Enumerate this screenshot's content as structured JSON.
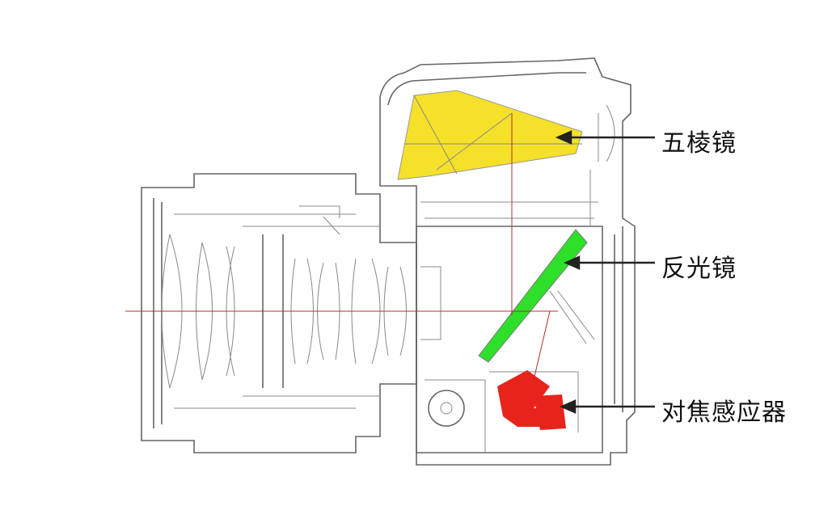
{
  "labels": {
    "pentaprism": "五棱镜",
    "mirror": "反光镜",
    "focus_sensor": "对焦感应器"
  },
  "colors": {
    "pentaprism": "#f5e02a",
    "mirror": "#2ee02a",
    "focus_sensor": "#e8231c",
    "optical_path": "#b03030"
  }
}
